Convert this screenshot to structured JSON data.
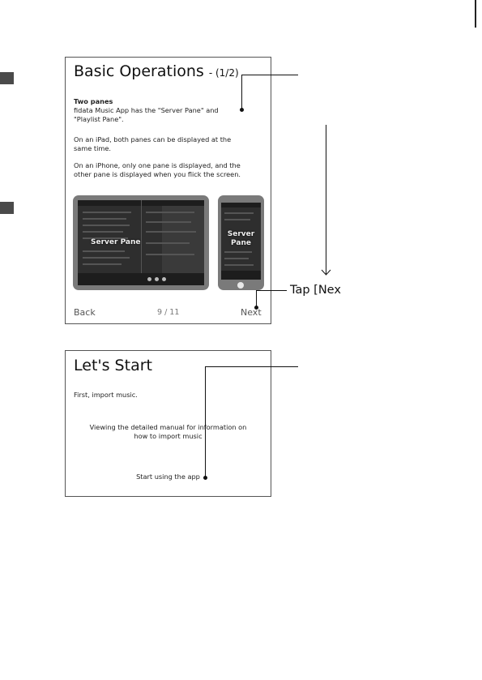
{
  "screen1": {
    "title": "Basic Operations",
    "title_suffix": "- (1/2)",
    "heading": "Two panes",
    "line1": "fidata Music App has the \"Server Pane\" and",
    "line2": "\"Playlist Pane\".",
    "line3": "On an iPad, both panes can be displayed at the",
    "line4": "same time.",
    "line5": "On an iPhone, only one pane is displayed, and the",
    "line6": "other pane is displayed when you flick the screen.",
    "tablet_label": "Server Pane",
    "phone_label_1": "Server",
    "phone_label_2": "Pane",
    "back_label": "Back",
    "page_indicator": "9 / 11",
    "next_label": "Next"
  },
  "screen2": {
    "title": "Let's Start",
    "line1": "First, import music.",
    "manual_line1": "Viewing the detailed manual for information on",
    "manual_line2": "how to import music",
    "start_label": "Start using the app"
  },
  "callouts": {
    "next_callout": "Tap [Nex"
  }
}
